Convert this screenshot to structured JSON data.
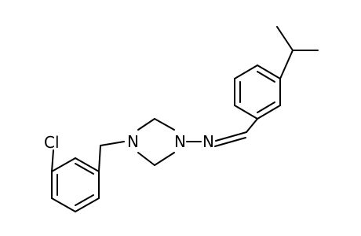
{
  "molecule": {
    "atom_labels": {
      "chlorine": "Cl",
      "piperazine_n_left": "N",
      "piperazine_n_right": "N",
      "imine_n": "N"
    },
    "bond_color": "#000000",
    "label_color": "#000000",
    "background": "#ffffff"
  }
}
